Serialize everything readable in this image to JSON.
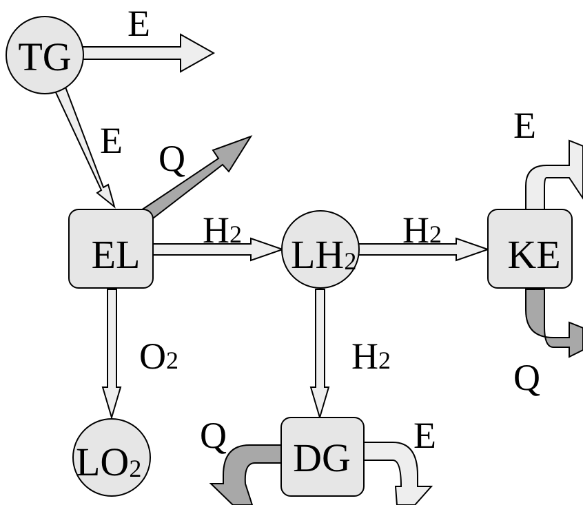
{
  "nodes": {
    "tg": "TG",
    "el": "EL",
    "lh2": {
      "base": "LH",
      "sub": "2"
    },
    "ke": "KE",
    "lo2": {
      "base": "LO",
      "sub": "2"
    },
    "dg": "DG"
  },
  "edges": {
    "tg_out": "E",
    "tg_el": "E",
    "el_q": "Q",
    "el_lh2": {
      "base": "H",
      "sub": "2"
    },
    "lh2_ke": {
      "base": "H",
      "sub": "2"
    },
    "ke_e": "E",
    "ke_q": "Q",
    "el_lo2": {
      "base": "O",
      "sub": "2"
    },
    "lh2_dg": {
      "base": "H",
      "sub": "2"
    },
    "dg_q": "Q",
    "dg_e": "E"
  },
  "colors": {
    "node_fill": "#e6e6e6",
    "light_arrow": "#eeeeee",
    "dark_arrow": "#a8a8a8"
  }
}
